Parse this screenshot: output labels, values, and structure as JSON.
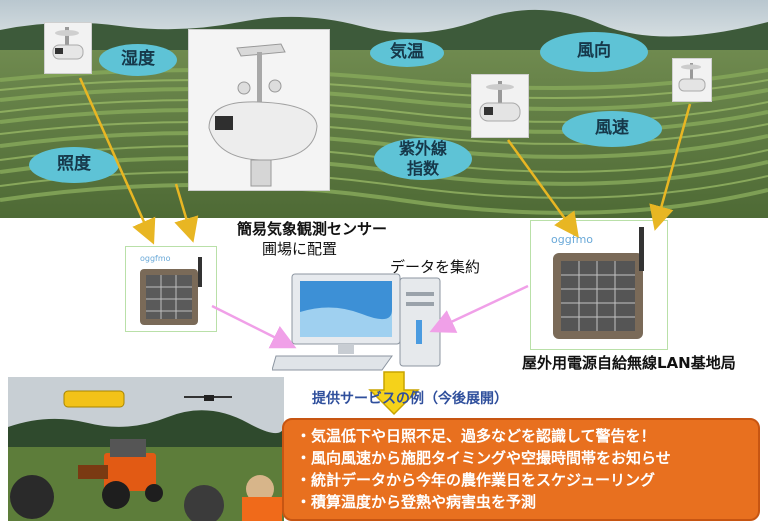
{
  "bubbles": {
    "humidity": "湿度",
    "temperature": "気温",
    "wind_direction": "風向",
    "illuminance": "照度",
    "uv_index": "紫外線\n指数",
    "wind_speed": "風速"
  },
  "captions": {
    "sensor_title": "簡易気象観測センサー",
    "sensor_sub": "圃場に配置",
    "collect": "データを集約",
    "base_station": "屋外用電源自給無線LAN基地局"
  },
  "services": {
    "title": "提供サービスの例（今後展開）",
    "items": [
      "・気温低下や日照不足、過多などを認識して警告を！",
      "・風向風速から施肥タイミングや空撮時間帯をお知らせ",
      "・統計データから今年の農作業日をスケジューリング",
      "・積算温度から登熟や病害虫を予測"
    ]
  },
  "colors": {
    "bubble": "#5ec3d6",
    "arrow_yellow": "#e8b623",
    "arrow_pink": "#f0a0e8",
    "service_box": "#e8701f",
    "title_blue": "#2f4f9c"
  }
}
